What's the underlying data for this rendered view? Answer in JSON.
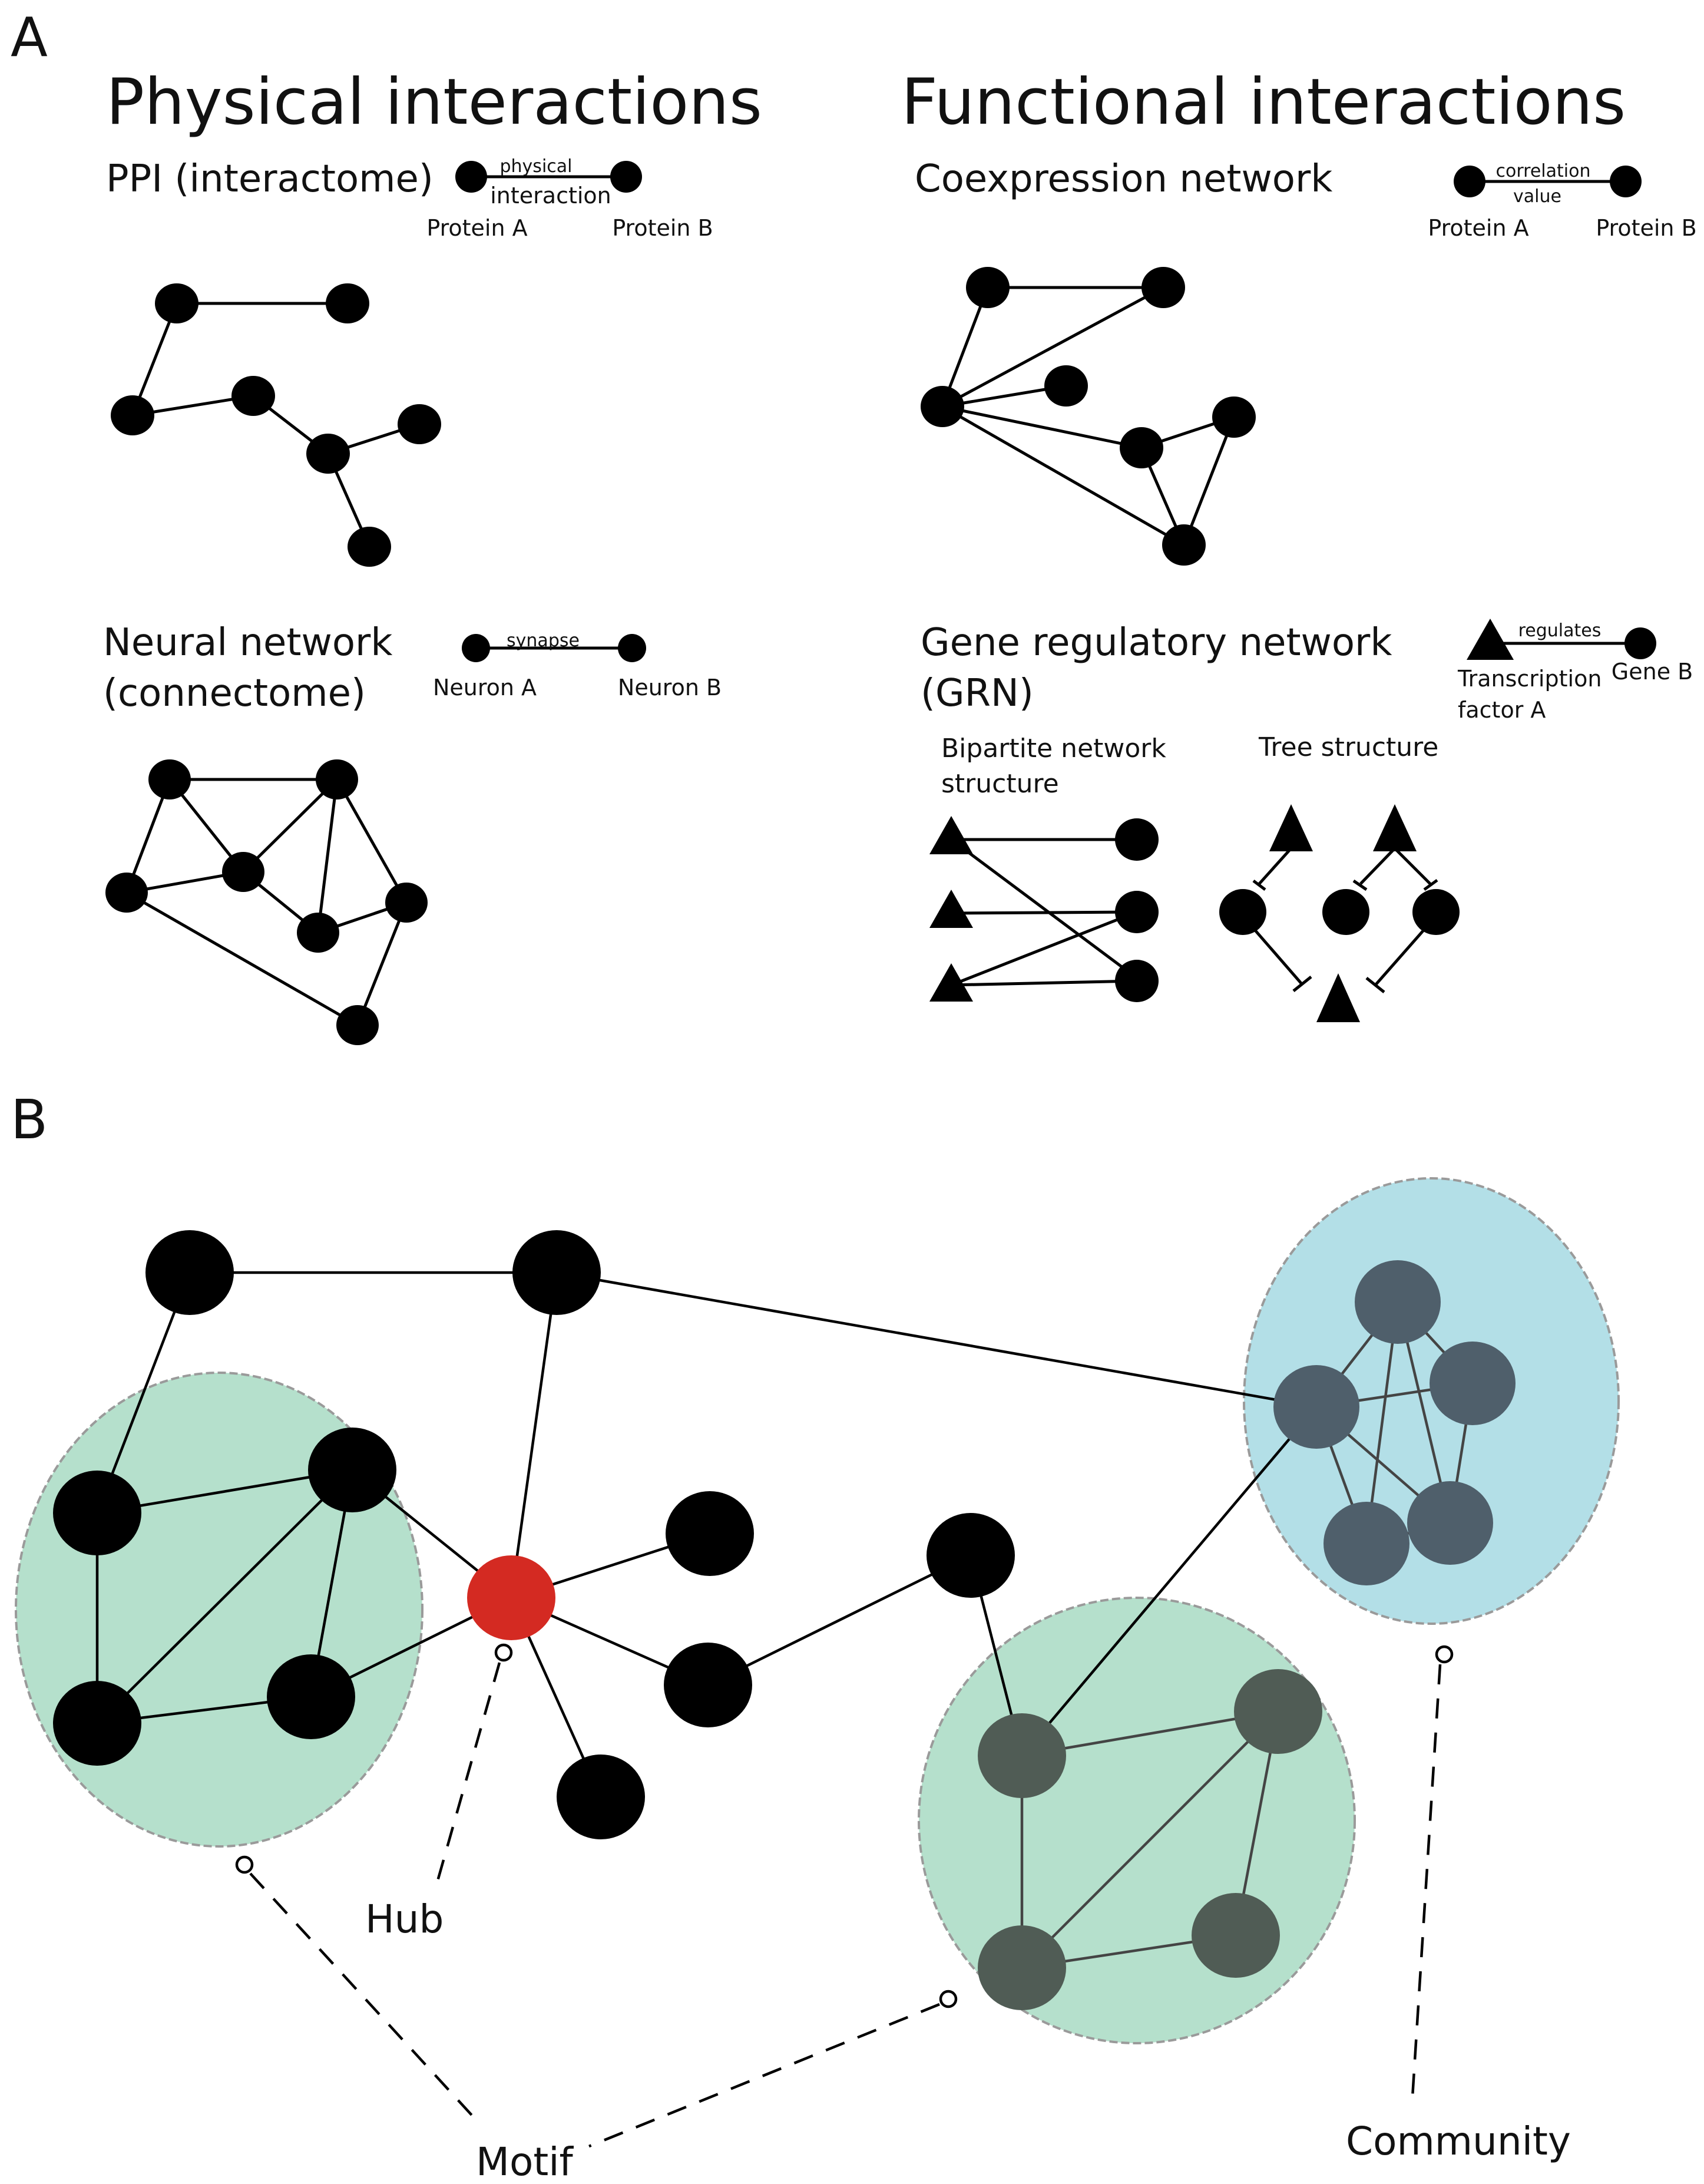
{
  "panels": {
    "a_letter": "A",
    "b_letter": "B"
  },
  "physical": {
    "title": "Physical interactions",
    "ppi": {
      "title": "PPI (interactome)",
      "edge_label_1": "physical",
      "edge_label_2": "interaction",
      "node_a": "Protein A",
      "node_b": "Protein B"
    },
    "neural": {
      "title_1": "Neural network",
      "title_2": "(connectome)",
      "edge_label": "synapse",
      "node_a": "Neuron A",
      "node_b": "Neuron B"
    }
  },
  "functional": {
    "title": "Functional interactions",
    "coexpression": {
      "title": "Coexpression network",
      "edge_label_1": "correlation",
      "edge_label_2": "value",
      "node_a": "Protein A",
      "node_b": "Protein B"
    },
    "grn": {
      "title_1": "Gene regulatory network",
      "title_2": "(GRN)",
      "edge_label": "regulates",
      "node_a_1": "Transcription",
      "node_a_2": "factor A",
      "node_b": "Gene B",
      "bipartite_1": "Bipartite network",
      "bipartite_2": "structure",
      "tree": "Tree structure"
    }
  },
  "panel_b": {
    "hub_label": "Hub",
    "motif_label": "Motif",
    "community_label": "Community"
  },
  "colors": {
    "node": "#000000",
    "hub": "#d42a22",
    "community_fill": "#b3dfe7",
    "community_node": "#4f5f6b",
    "motif_fill": "#b5e0cc",
    "motif_node": "#505c55",
    "region_stroke": "#9a9a9a"
  }
}
